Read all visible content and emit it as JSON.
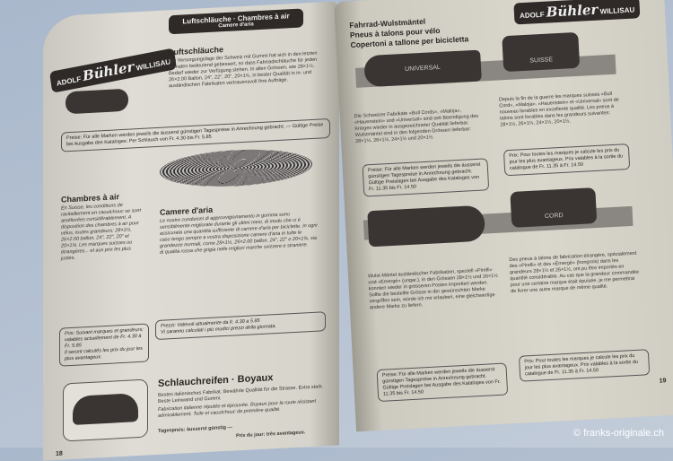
{
  "logo": {
    "small": "ADOLF",
    "script": "Bühler",
    "city": "WILLISAU"
  },
  "left": {
    "banner_line1": "Luftschläuche · Chambres à air",
    "banner_line2": "Camere d'aria",
    "sec1_title": "Luftschläuche",
    "sec1_text": "Die Versorgungslage der Schweiz mit Gummi hat sich in den letzten Monaten bedeutend gebessert, so dass Fahrradschläuche für jeden Bedarf wieder zur Verfügung stehen. In allen Grössen, wie 28×1½, 26×2.00 Ballon, 24\", 22\", 20\", 20×1¾, in bester Qualität in in- und ausländischen Fabrikaten vertrauensvoll Ihre Aufträge.",
    "sec1_price": "Preise: Für alle Marken werden jeweils die äusserst günstigen Tagespreise in Anrechnung gebracht. — Gültige Preise bei Ausgabe des Kataloges: Per Schlauch von Fr. 4.30 bis Fr. 5.85",
    "sec2_title": "Chambres à air",
    "sec2_text": "En Suisse, les conditions de ravitaillement en caoutchouc se sont améliorées considérablement. A disposition des chambres à air pour vélos, toutes grandeurs: 28×1½, 26×2.00 ballon, 24\", 22\", 20\" et 20×1¾. Les marques suisses ou étrangères... et aux prix les plus justes.",
    "sec2_price": "Prix: Suivant marques et grandeurs: valables actuellement de Fr. 4.30 à Fr. 5.85",
    "sec2_note": "Il seront calculés les prix du jour les plus avantageux.",
    "sec3_title": "Camere d'aria",
    "sec3_text": "Le nostre condizioni di approvvigionamento in gomma sono sensibilmente migliorate durante gli ultimi mesi, di modo che ci è assicurata una quantità sufficiente di camere d'aria per biciclette. In ogni caso tengo sempre a vostra disposizione camere d'aria in tutte le grandezze normali, come 28×1½, 26×2.00 ballon, 24\", 22\" e 20×1¾, sia di qualità rossa che grigia nelle migliori marche svizzere e straniere.",
    "sec3_price": "Prezzi: Valevoli attualmente da fr. 4.30 a 5.85",
    "sec3_note": "Vi saranno calcolati i più modici prezzi della giornata.",
    "sec4_title": "Schlauchreifen · Boyaux",
    "sec4_text_de": "Bestes italienisches Fabrikat. Bewährte Qualität für die Strasse. Extra stark. Beste Leinwand und Gummi.",
    "sec4_text_fr": "Fabrication italienne réputée et éprouvée. Boyaux pour la route résistant admirablement. Toile et caoutchouc de première qualité.",
    "sec4_price_de": "Tagespreis: äusserst günstig —",
    "sec4_price_fr": "Prix du jour: très avantageux.",
    "page_number": "18"
  },
  "right": {
    "title_de": "Fahrrad-Wulstmäntel",
    "title_fr": "Pneus à talons pour vélo",
    "title_it": "Copertoni a tallone per bicicletta",
    "tire1_label": "UNIVERSAL",
    "tire2_label": "SUISSE",
    "tire3_label": "CORD",
    "col1_text": "Die Schweizer Fabrikate «Bull Cords», «Maloja», «Hauenstein» und «Universal» sind seit Beendigung des Krieges wieder in ausgezeichneter Qualität lieferbar. Wulstmäntel sind in den folgenden Grössen lieferbar: 28×1½, 26×1½, 24×1½ und 20×1½.",
    "col2_text": "Depuis la fin de la guerre les marques suisses «Bull Cord», «Maloja», «Hauenstein» et «Universal» sont de nouveau livrables en excellente qualité. Les pneus à talons sont livrables dans les grandeurs suivantes: 28×1½, 26×1½, 24×1½, 20×1½.",
    "price1": "Preise: Für alle Marken werden jeweils die äusserst günstigen Tagespreise in Anrechnung gebracht. Gültige Preislagen bei Ausgabe des Kataloges von Fr. 11.35 bis Fr. 14.50",
    "price2": "Prix: Pour toutes les marques je calcule les prix du jour les plus avantageux. Prix valables à la sortie du catalogue de Fr. 11.35 à Fr. 14.50",
    "col3_text": "Wulst-Mäntel ausländischer Fabrikation, speziell «Pirelli» und «Emergé» (ungar.), in den Grössen 28×1½ und 26×1½ konnten wieder in grösseren Posten importiert werden. Sollte die bestellte Grösse in der gewünschten Marke vergriffen sein, würde ich mir erlauben, eine gleichwertige andere Marke zu liefern.",
    "col4_text": "Des pneus à talons de fabrication étrangère, spécialement des «Pirelli» et des «Emergé» (hongrois) dans les grandeurs 28×1½ et 26×1½, ont pu être importés en quantité considérable. Au cas que la grandeur commandée pour une certaine marque était épuisée, je me permettrai de livrer une autre marque de même qualité.",
    "price3": "Preise: Für alle Marken werden jeweils die äusserst günstigen Tagespreise in Anrechnung gebracht. Gültige Preislagen bei Ausgabe des Kataloges von Fr. 11.35 bis Fr. 14.50",
    "price4": "Prix: Pour toutes les marques je calcule les prix du jour les plus avantageux. Prix valables à la sortie du catalogue de Fr. 11.35 à Fr. 14.50",
    "page_number": "19"
  },
  "copyright": "© franks-originale.ch"
}
